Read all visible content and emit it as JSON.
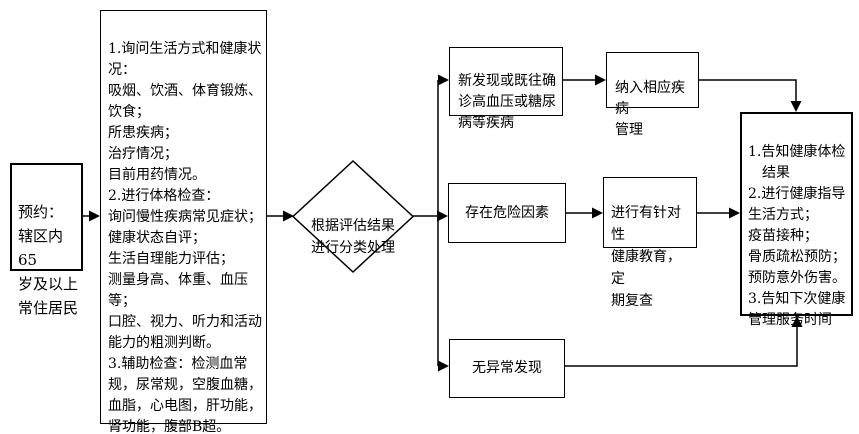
{
  "flowchart": {
    "type": "flowchart",
    "colors": {
      "background": "#ffffff",
      "line": "#000000",
      "box_fill": "#ffffff",
      "text": "#000000"
    },
    "nodes": {
      "start": "预约：\n辖区内65\n岁及以上\n常住居民",
      "assessment": "1.询问生活方式和健康状\n况：\n吸烟、饮酒、体育锻炼、\n饮食；\n所患疾病；\n治疗情况；\n目前用药情况。\n2.进行体格检查：\n询问慢性疾病常见症状；\n健康状态自评；\n生活自理能力评估；\n测量身高、体重、血压\n等；\n口腔、视力、听力和活动\n能力的粗测判断。\n3.辅助检查：检测血常\n规，尿常规，空腹血糖，\n血脂，心电图，肝功能，\n肾功能，腹部B超。",
      "triage_decision": "根据评估结果\n进行分类处理",
      "disease_found": "新发现或既往确\n诊高血压或糖尿\n病等疾病",
      "disease_manage": "纳入相应疾病\n管理",
      "risk_factor": "存在危险因素",
      "health_education": "进行有针对性\n健康教育，定\n期复查",
      "no_abnormal": "无异常发现",
      "inform_result": "1.告知健康体检\n　结果\n2.进行健康指导\n生活方式；\n疫苗接种；\n骨质疏松预防；\n预防意外伤害。\n3.告知下次健康\n管理服务时间"
    }
  }
}
